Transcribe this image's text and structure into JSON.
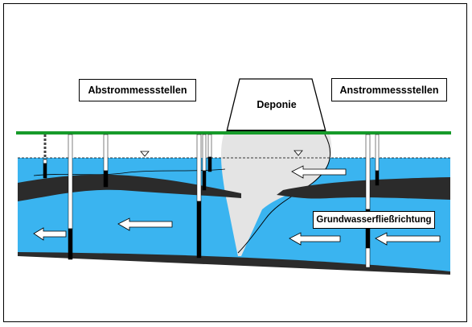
{
  "labels": {
    "downstream": "Abstrommessstellen",
    "landfill": "Deponie",
    "upstream": "Anstrommessstellen",
    "flow_direction": "Grundwasserfließrichtung"
  },
  "colors": {
    "water": "#3ab4f0",
    "aquitard": "#2b2b2b",
    "ground_surface": "#169b2a",
    "leachate_plume": "#e4e4e4",
    "well_casing": "#ffffff",
    "well_screen": "#000000",
    "arrow": "#ffffff"
  },
  "symbols": {
    "water_table_marker": "triangle-down-icon",
    "flow_arrow": "arrow-left-icon"
  }
}
